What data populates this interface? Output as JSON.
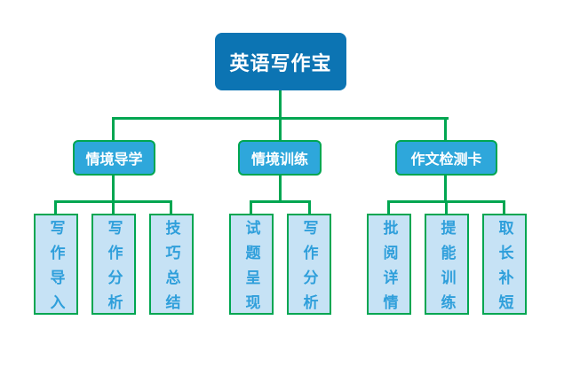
{
  "colors": {
    "root_fill": "#0c74b3",
    "branch_fill": "#2ea7db",
    "leaf_fill": "#c6e2f5",
    "line_green": "#00a651",
    "leaf_text": "#2f9fdb",
    "node_text": "#ffffff"
  },
  "tree": {
    "root": {
      "label": "英语写作宝"
    },
    "branches": [
      {
        "label": "情境导学",
        "children": [
          {
            "label": "写作导入"
          },
          {
            "label": "写作分析"
          },
          {
            "label": "技巧总结"
          }
        ]
      },
      {
        "label": "情境训练",
        "children": [
          {
            "label": "试题呈现"
          },
          {
            "label": "写作分析"
          }
        ]
      },
      {
        "label": "作文检测卡",
        "children": [
          {
            "label": "批阅详情"
          },
          {
            "label": "提能训练"
          },
          {
            "label": "取长补短"
          }
        ]
      }
    ]
  }
}
